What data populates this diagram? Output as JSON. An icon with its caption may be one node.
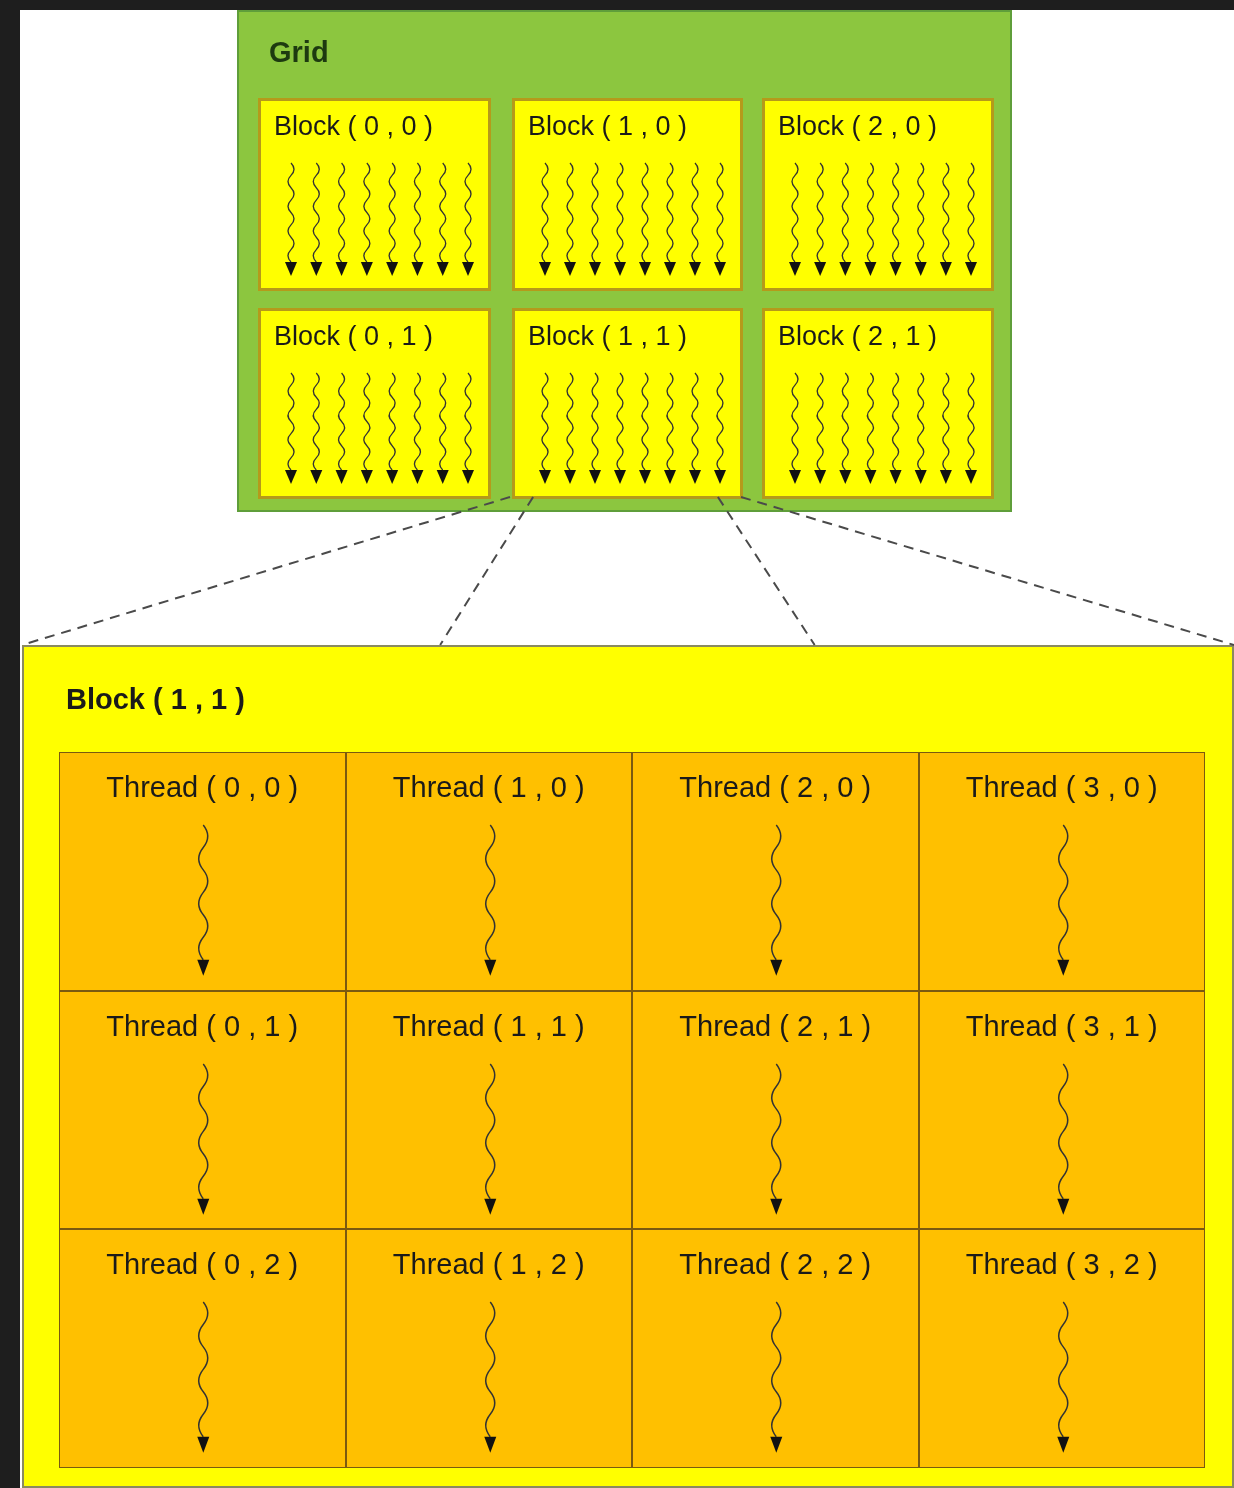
{
  "diagram": {
    "nodes": [
      {
        "text": [
          "Grid"
        ]
      },
      {
        "text": [
          "Block ( 0 , 0 )"
        ],
        "in": 0
      },
      {
        "text": [
          "Block ( 1 , 0 )"
        ],
        "in": 0
      },
      {
        "text": [
          "Block ( 2 , 0 )"
        ],
        "in": 0
      },
      {
        "text": [
          "Block ( 0 , 1 )"
        ],
        "in": 0
      },
      {
        "text": [
          "Block ( 1 , 1 )"
        ],
        "in": 0
      },
      {
        "text": [
          "Block ( 2 , 1 )"
        ],
        "in": 0
      },
      {
        "text": [
          "Block ( 1 , 1 )"
        ]
      },
      {
        "text": [
          "Thread ( 0 , 0 )"
        ],
        "in": 7
      },
      {
        "text": [
          "Thread ( 1 , 0 )"
        ],
        "in": 7
      },
      {
        "text": [
          "Thread ( 2 , 0 )"
        ],
        "in": 7
      },
      {
        "text": [
          "Thread ( 3 , 0 )"
        ],
        "in": 7
      },
      {
        "text": [
          "Thread ( 0 , 1 )"
        ],
        "in": 7
      },
      {
        "text": [
          "Thread ( 1 , 1 )"
        ],
        "in": 7
      },
      {
        "text": [
          "Thread ( 2 , 1 )"
        ],
        "in": 7
      },
      {
        "text": [
          "Thread ( 3 , 1 )"
        ],
        "in": 7
      },
      {
        "text": [
          "Thread ( 0 , 2 )"
        ],
        "in": 7
      },
      {
        "text": [
          "Thread ( 1 , 2 )"
        ],
        "in": 7
      },
      {
        "text": [
          "Thread ( 2 , 2 )"
        ],
        "in": 7
      },
      {
        "text": [
          "Thread ( 3 , 2 )"
        ],
        "in": 7
      }
    ],
    "edges": [
      {
        "from": 5,
        "to": 7,
        "arrow": "none",
        "style": "dashed"
      },
      {
        "from": 5,
        "to": 7,
        "arrow": "none",
        "style": "dashed"
      },
      {
        "from": 5,
        "to": 7,
        "arrow": "none",
        "style": "dashed"
      },
      {
        "from": 5,
        "to": 7,
        "arrow": "none",
        "style": "dashed"
      }
    ]
  }
}
